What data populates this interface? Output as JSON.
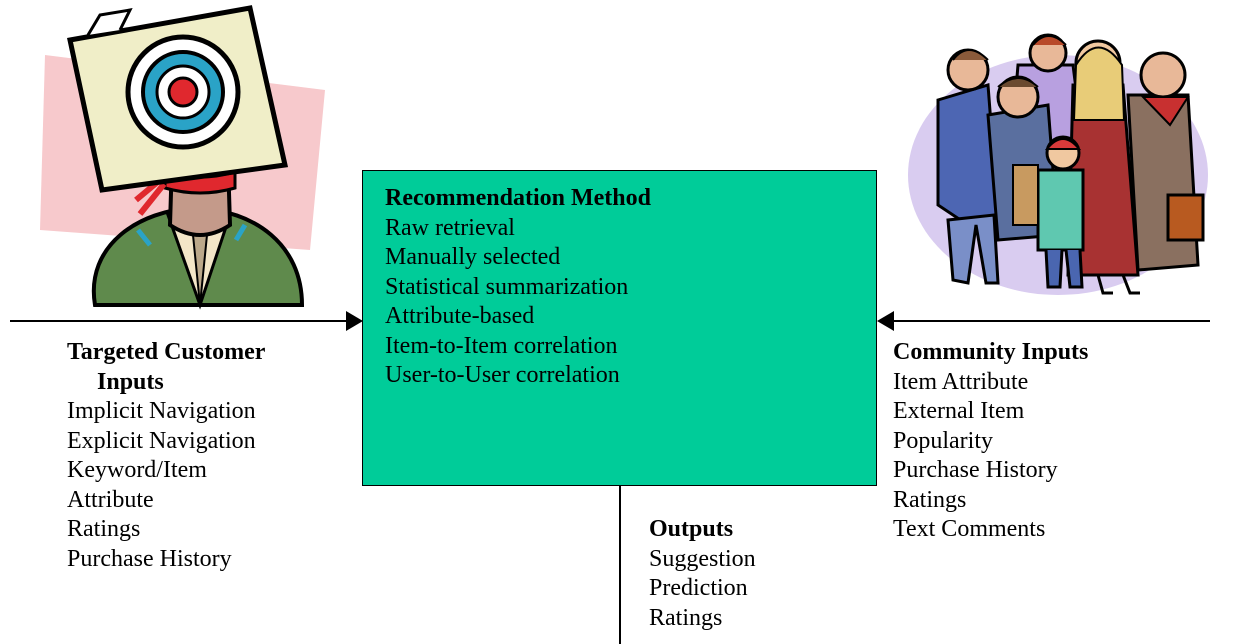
{
  "method": {
    "title": "Recommendation Method",
    "items": [
      "Raw retrieval",
      "Manually selected",
      "Statistical summarization",
      "Attribute-based",
      "Item-to-Item correlation",
      "User-to-User correlation"
    ]
  },
  "customer": {
    "title_line1": "Targeted Customer",
    "title_line2": "Inputs",
    "items": [
      "Implicit Navigation",
      "Explicit Navigation",
      "Keyword/Item",
      "Attribute",
      "Ratings",
      "Purchase History"
    ]
  },
  "community": {
    "title": "Community Inputs",
    "items": [
      "Item Attribute",
      "External Item",
      "Popularity",
      "Purchase History",
      "Ratings",
      "Text Comments"
    ]
  },
  "outputs": {
    "title": "Outputs",
    "items": [
      "Suggestion",
      "Prediction",
      "Ratings"
    ]
  },
  "colors": {
    "box_fill": "#00cc99",
    "line": "#000000"
  },
  "icons": {
    "left_clipart": "blindfolded-target-person-icon",
    "right_clipart": "group-of-people-icon"
  }
}
